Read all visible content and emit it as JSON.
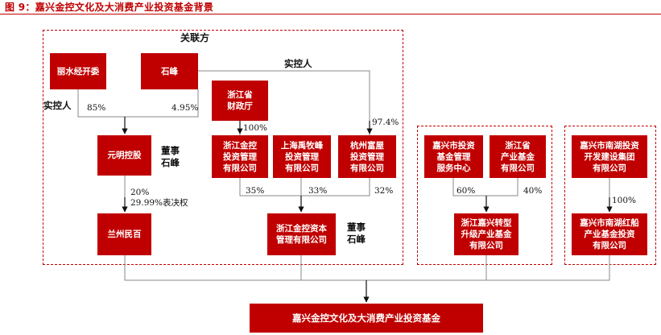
{
  "title": "图 9：嘉兴金控文化及大消费产业投资基金背景",
  "groups": {
    "related_party": "关联方"
  },
  "entities": {
    "lishui": "丽水经开委",
    "shifeng": "石峰",
    "yuanming": "元明控股",
    "lanzhou": "兰州民百",
    "zj_finance": "浙江省\n财政厅",
    "zj_jinkong_inv": "浙江金控\n投资管理\n有限公司",
    "sh_yumufeng": "上海禹牧峰\n投资管理\n有限公司",
    "hz_fuwu": "杭州富屋\n投资管理\n有限公司",
    "zj_jinkong_cap": "浙江金控资本\n管理有限公司",
    "jx_service": "嘉兴市投资\n基金管理\n服务中心",
    "zj_industry_fund": "浙江省\n产业基金\n有限公司",
    "zj_jiaxing_fund": "浙江嘉兴转型\n升级产业基金\n有限公司",
    "jx_nanhu_dev": "嘉兴市南湖投资\n开发建设集团\n有限公司",
    "jx_nanhu_red": "嘉兴市南湖红船\n产业基金投资\n有限公司",
    "target_fund": "嘉兴金控文化及大消费产业投资基金"
  },
  "labels": {
    "controller_left": "实控人",
    "controller_top": "实控人",
    "pct_85": "85%",
    "pct_495": "4.95%",
    "director1": "董事\n石峰",
    "pct_lanzhou": "20%\n29.99%表决权",
    "pct_100_fin": "100%",
    "pct_974": "97.4%",
    "pct_35": "35%",
    "pct_33": "33%",
    "pct_32": "32%",
    "director2": "董事\n石峰",
    "pct_60": "60%",
    "pct_40": "40%",
    "pct_100_nanhu": "100%"
  },
  "colors": {
    "box_fill": "#c00000",
    "box_text": "#ffffff",
    "dash_border": "#c00000",
    "connector": "#888888",
    "arrow": "#111111"
  }
}
